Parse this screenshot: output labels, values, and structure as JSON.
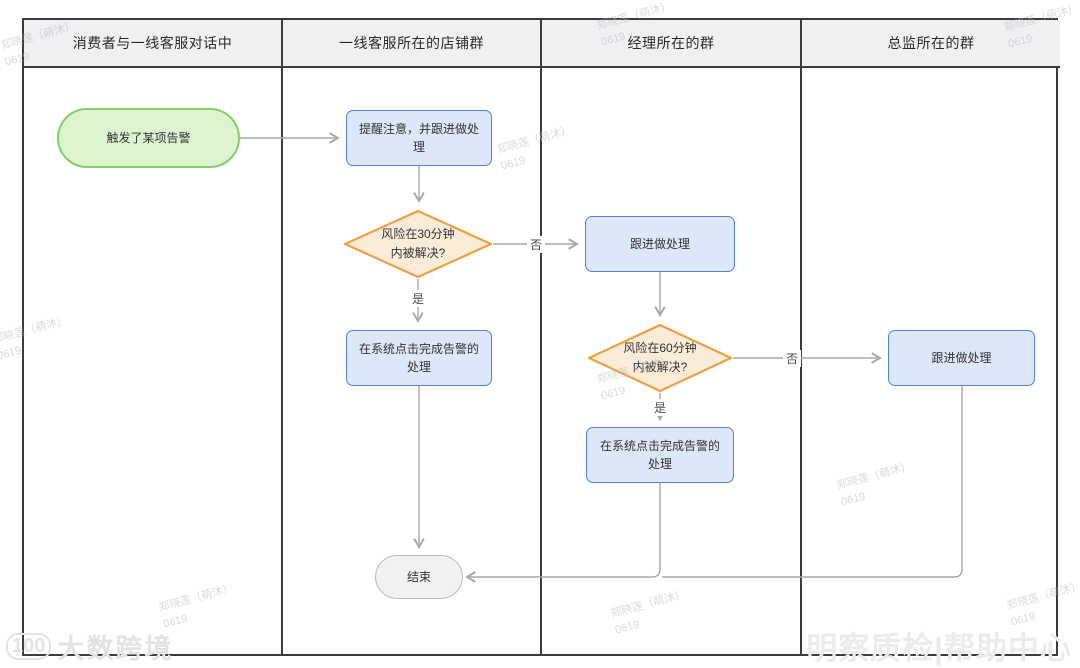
{
  "lanes": [
    {
      "title": "消费者与一线客服对话中"
    },
    {
      "title": "一线客服所在的店铺群"
    },
    {
      "title": "经理所在的群"
    },
    {
      "title": "总监所在的群"
    }
  ],
  "nodes": {
    "start": {
      "label": "触发了某项告警",
      "type": "start",
      "lane": 0
    },
    "remind": {
      "label": "提醒注意，并跟进做处理",
      "type": "process",
      "lane": 1
    },
    "decision30": {
      "label": "风险在30分钟\n内被解决?",
      "type": "decision",
      "lane": 1
    },
    "followup_manager": {
      "label": "跟进做处理",
      "type": "process",
      "lane": 2
    },
    "complete_cs": {
      "label": "在系统点击完成告警的处理",
      "type": "process",
      "lane": 1
    },
    "decision60": {
      "label": "风险在60分钟\n内被解决?",
      "type": "decision",
      "lane": 2
    },
    "complete_manager": {
      "label": "在系统点击完成告警的处理",
      "type": "process",
      "lane": 2
    },
    "followup_director": {
      "label": "跟进做处理",
      "type": "process",
      "lane": 3
    },
    "end": {
      "label": "结束",
      "type": "end",
      "lane": 1
    }
  },
  "edge_labels": {
    "no": "否",
    "yes": "是"
  },
  "watermark": {
    "name": "郑晓莲（萌沐）",
    "code": "0619"
  },
  "footer": {
    "logo_badge": "100",
    "logo_text": "大数跨境",
    "right_text": "明察质检|帮助中心"
  },
  "colors": {
    "lane_border": "#3d3d3d",
    "lane_header_bg": "#eef0f2",
    "start_fill": "#ddf4d1",
    "start_border": "#84cf63",
    "process_fill": "#dde7fa",
    "process_border": "#5580dd",
    "decision_fill": "#fbecd9",
    "decision_border": "#efa142",
    "end_fill": "#f1f1f1",
    "end_border": "#b9b9b9",
    "arrow": "#a9a9a9"
  }
}
